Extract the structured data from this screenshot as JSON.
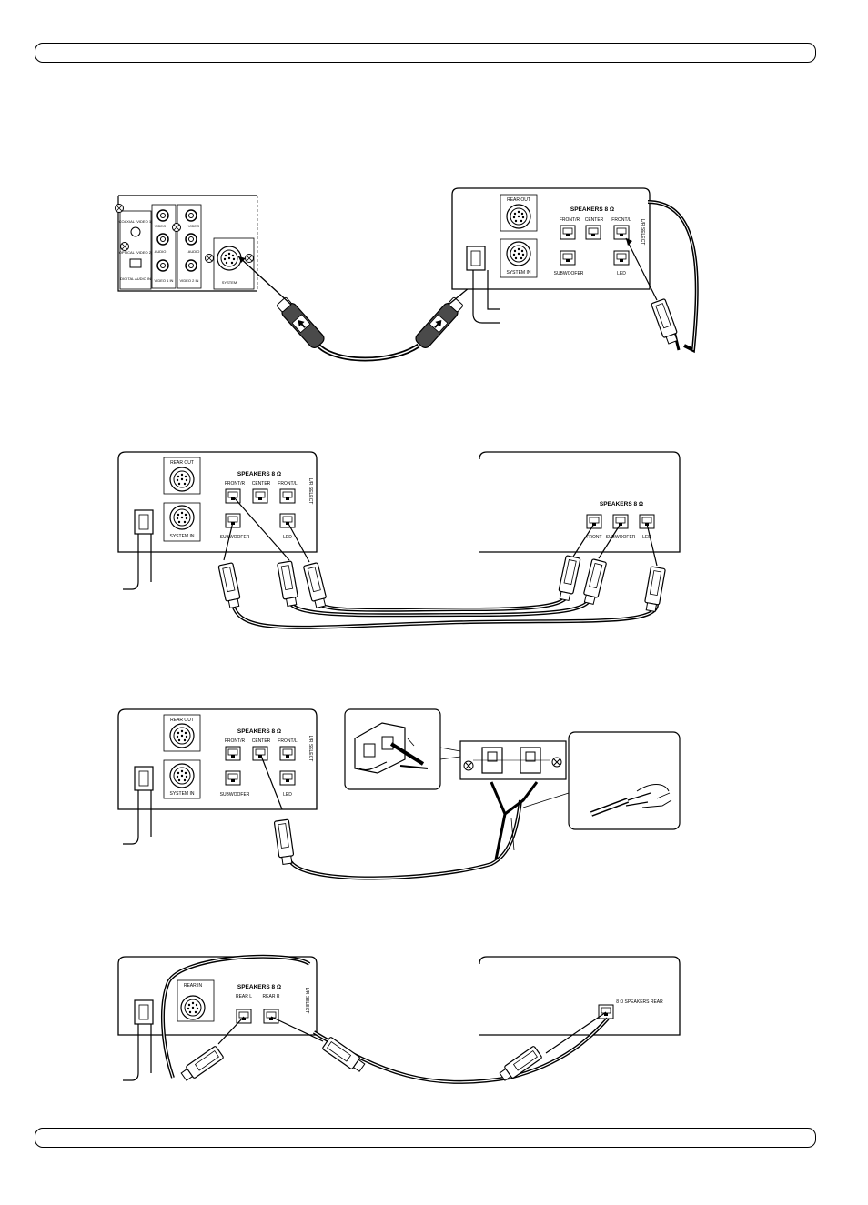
{
  "main_unit": {
    "rear_out": "REAR OUT",
    "rear_in": "REAR IN",
    "speakers": "SPEAKERS 8 Ω",
    "front_r": "FRONT/R",
    "center": "CENTER",
    "front_l": "FRONT/L",
    "lr_select": "L/R SELECT",
    "subwoofer": "SUBWOOFER",
    "led": "LED",
    "system_in": "SYSTEM IN",
    "rear_l": "REAR L",
    "rear_r": "REAR R"
  },
  "source_panel": {
    "coaxial": "COAXIAL (VIDEO 1)",
    "optical": "OPTICAL (VIDEO 2)",
    "digital_audio_in": "DIGITAL AUDIO IN",
    "video": "VIDEO",
    "audio": "AUDIO",
    "video1_in": "VIDEO 1 IN",
    "video2_in": "VIDEO 2 IN",
    "system": "SYSTEM"
  },
  "sub_unit": {
    "speakers": "SPEAKERS 8 Ω",
    "front": "FRONT",
    "subwoofer": "SUBWOOFER",
    "led": "LED"
  },
  "rear_unit": {
    "label": "8 Ω SPEAKERS REAR"
  }
}
